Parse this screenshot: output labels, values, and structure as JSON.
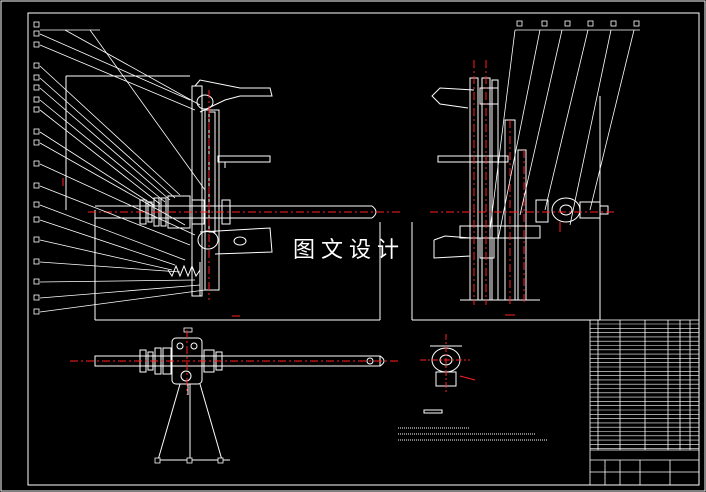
{
  "watermark": "图文设计",
  "drawing": {
    "type": "engineering-drawing",
    "background": "#000000",
    "line_color": "#ffffff",
    "center_line_color": "#ff2020",
    "title_block": true,
    "views": [
      "front-view-left",
      "side-view-right",
      "top-view-bottom",
      "section-detail-small"
    ]
  }
}
